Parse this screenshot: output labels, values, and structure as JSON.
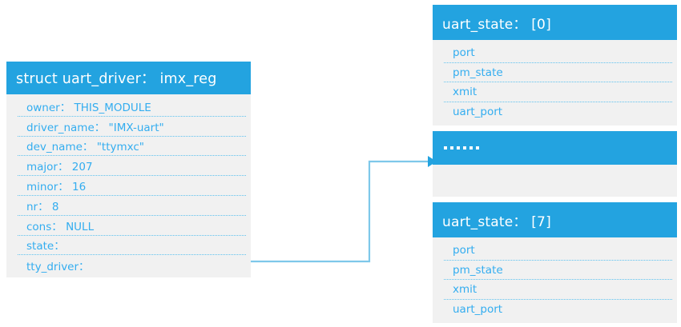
{
  "diagram": {
    "title": "uart_driver to uart_state array relationship",
    "accent_color": "#23a3e0",
    "row_text_color": "#33adf0",
    "body_color": "#f1f1f1",
    "connector_color": "#7ec8ea"
  },
  "struct_card": {
    "header": "struct uart_driver： imx_reg",
    "rows": [
      {
        "label": "owner： THIS_MODULE"
      },
      {
        "label": "driver_name： \"IMX-uart\""
      },
      {
        "label": "dev_name： \"ttymxc\""
      },
      {
        "label": "major： 207"
      },
      {
        "label": "minor： 16"
      },
      {
        "label": "nr： 8"
      },
      {
        "label": "cons： NULL"
      },
      {
        "label": "state："
      },
      {
        "label": "tty_driver："
      }
    ]
  },
  "state0_card": {
    "header": "uart_state： [0]",
    "rows": [
      {
        "label": "port"
      },
      {
        "label": "pm_state"
      },
      {
        "label": "xmit"
      },
      {
        "label": "uart_port"
      }
    ]
  },
  "ellipsis_card": {
    "header": "......",
    "dot_count": 6
  },
  "state7_card": {
    "header": "uart_state： [7]",
    "rows": [
      {
        "label": "port"
      },
      {
        "label": "pm_state"
      },
      {
        "label": "xmit"
      },
      {
        "label": "uart_port"
      }
    ]
  },
  "connector": {
    "from": "state：",
    "to": "......",
    "arrow": "arrow-right"
  }
}
